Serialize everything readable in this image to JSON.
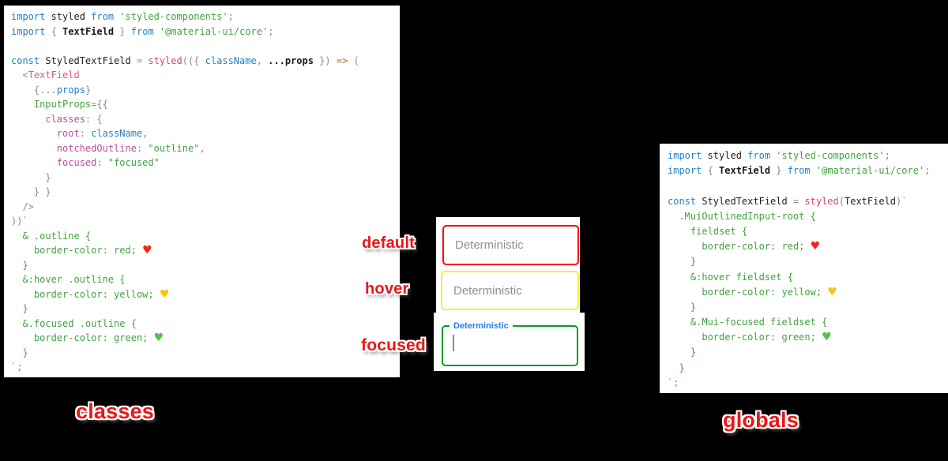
{
  "annotations": {
    "default": "default",
    "hover": "hover",
    "focused": "focused",
    "classes": "classes",
    "globals": "globals"
  },
  "textfields": {
    "placeholder": "Deterministic",
    "label": "Deterministic",
    "default_border": "#ff0000",
    "hover_border": "#ffe93b",
    "focused_border": "#089b25",
    "label_color": "#2b7de9",
    "placeholder_color": "#8f8f8f"
  },
  "colors": {
    "background": "#000000",
    "code_background": "#ffffff",
    "annotation_red": "#ee1614",
    "keyword_blue": "#2580c3",
    "string_green": "#41a33e",
    "styled_pink": "#d5447c",
    "jsx_tag_rose": "#e25983",
    "object_key_magenta": "#bc4f99",
    "punctuation_gray": "#8a8a8a",
    "arrow_orange": "#b46a28",
    "heart_red": "#ef2918",
    "heart_yellow": "#f9c513",
    "heart_green": "#52c24a"
  },
  "left_code": {
    "lines": [
      [
        [
          "kw",
          "import"
        ],
        [
          "pl",
          " styled "
        ],
        [
          "kw",
          "from"
        ],
        [
          "pl",
          " "
        ],
        [
          "str",
          "'styled-components'"
        ],
        [
          "pu",
          ";"
        ]
      ],
      [
        [
          "kw",
          "import"
        ],
        [
          "pu",
          " { "
        ],
        [
          "b",
          "TextField"
        ],
        [
          "pu",
          " } "
        ],
        [
          "kw",
          "from"
        ],
        [
          "pl",
          " "
        ],
        [
          "str",
          "'@material-ui/core'"
        ],
        [
          "pu",
          ";"
        ]
      ],
      [
        [
          "pl",
          ""
        ]
      ],
      [
        [
          "kw",
          "const"
        ],
        [
          "pl",
          " StyledTextField "
        ],
        [
          "pu",
          "= "
        ],
        [
          "pk",
          "styled"
        ],
        [
          "pu",
          "(({ "
        ],
        [
          "kw",
          "className"
        ],
        [
          "pu",
          ", "
        ],
        [
          "b",
          "...props"
        ],
        [
          "pu",
          " }) "
        ],
        [
          "ar",
          "=>"
        ],
        [
          "pu",
          " ("
        ]
      ],
      [
        [
          "pu",
          "  <"
        ],
        [
          "tag",
          "TextField"
        ]
      ],
      [
        [
          "pu",
          "    {..."
        ],
        [
          "kw",
          "props"
        ],
        [
          "pu",
          "}"
        ]
      ],
      [
        [
          "str",
          "    InputProps"
        ],
        [
          "pu",
          "={{"
        ]
      ],
      [
        [
          "key",
          "      classes"
        ],
        [
          "pu",
          ": {"
        ]
      ],
      [
        [
          "key",
          "        root"
        ],
        [
          "pu",
          ": "
        ],
        [
          "kw",
          "className"
        ],
        [
          "pu",
          ","
        ]
      ],
      [
        [
          "key",
          "        notchedOutline"
        ],
        [
          "pu",
          ": "
        ],
        [
          "str",
          "\"outline\""
        ],
        [
          "pu",
          ","
        ]
      ],
      [
        [
          "key",
          "        focused"
        ],
        [
          "pu",
          ": "
        ],
        [
          "str",
          "\"focused\""
        ]
      ],
      [
        [
          "pu",
          "      }"
        ]
      ],
      [
        [
          "pu",
          "    } }"
        ]
      ],
      [
        [
          "pu",
          "  />"
        ]
      ],
      [
        [
          "pu",
          "))`"
        ]
      ],
      [
        [
          "css",
          "  & .outline {"
        ]
      ],
      [
        [
          "css",
          "    border-color: red; "
        ],
        [
          "hr",
          "♥"
        ]
      ],
      [
        [
          "css",
          "  }"
        ]
      ],
      [
        [
          "css",
          "  &:hover .outline {"
        ]
      ],
      [
        [
          "css",
          "    border-color: yellow; "
        ],
        [
          "hy",
          "♥"
        ]
      ],
      [
        [
          "css",
          "  }"
        ]
      ],
      [
        [
          "css",
          "  &.focused .outline {"
        ]
      ],
      [
        [
          "css",
          "    border-color: green; "
        ],
        [
          "hg",
          "♥"
        ]
      ],
      [
        [
          "css",
          "  }"
        ]
      ],
      [
        [
          "pu",
          "`;"
        ]
      ]
    ]
  },
  "right_code": {
    "lines": [
      [
        [
          "kw",
          "import"
        ],
        [
          "pl",
          " styled "
        ],
        [
          "kw",
          "from"
        ],
        [
          "pl",
          " "
        ],
        [
          "str",
          "'styled-components'"
        ],
        [
          "pu",
          ";"
        ]
      ],
      [
        [
          "kw",
          "import"
        ],
        [
          "pu",
          " { "
        ],
        [
          "b",
          "TextField"
        ],
        [
          "pu",
          " } "
        ],
        [
          "kw",
          "from"
        ],
        [
          "pl",
          " "
        ],
        [
          "str",
          "'@material-ui/core'"
        ],
        [
          "pu",
          ";"
        ]
      ],
      [
        [
          "pl",
          ""
        ]
      ],
      [
        [
          "kw",
          "const"
        ],
        [
          "pl",
          " StyledTextField "
        ],
        [
          "pu",
          "= "
        ],
        [
          "pk",
          "styled"
        ],
        [
          "pu",
          "("
        ],
        [
          "pl",
          "TextField"
        ],
        [
          "pu",
          ")`"
        ]
      ],
      [
        [
          "css",
          "  .MuiOutlinedInput-root {"
        ]
      ],
      [
        [
          "css",
          "    fieldset {"
        ]
      ],
      [
        [
          "css",
          "      border-color: red; "
        ],
        [
          "hr",
          "♥"
        ]
      ],
      [
        [
          "css",
          "    }"
        ]
      ],
      [
        [
          "css",
          "    &:hover fieldset {"
        ]
      ],
      [
        [
          "css",
          "      border-color: yellow; "
        ],
        [
          "hy",
          "♥"
        ]
      ],
      [
        [
          "css",
          "    }"
        ]
      ],
      [
        [
          "css",
          "    &.Mui-focused fieldset {"
        ]
      ],
      [
        [
          "css",
          "      border-color: green; "
        ],
        [
          "hg",
          "♥"
        ]
      ],
      [
        [
          "css",
          "    }"
        ]
      ],
      [
        [
          "css",
          "  }"
        ]
      ],
      [
        [
          "pu",
          "`;"
        ]
      ]
    ]
  }
}
